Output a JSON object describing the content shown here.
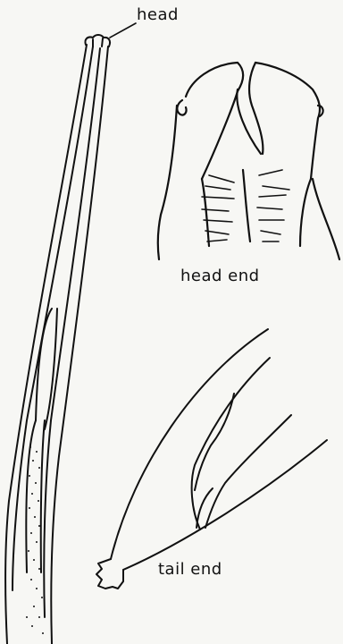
{
  "labels": {
    "head": "head",
    "head_end": "head end",
    "tail_end": "tail end"
  },
  "colors": {
    "ink": "#111111",
    "paper": "#f7f7f4"
  }
}
